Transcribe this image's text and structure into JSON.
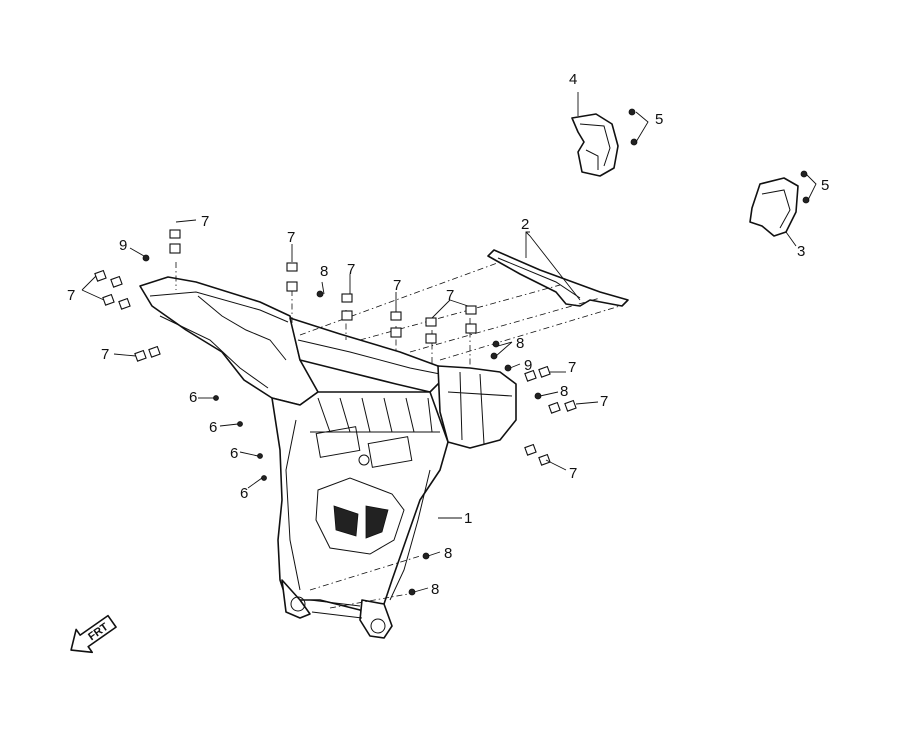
{
  "callouts": {
    "c1": "1",
    "c2": "2",
    "c3": "3",
    "c4": "4",
    "c5a": "5",
    "c5b": "5",
    "c6a": "6",
    "c6b": "6",
    "c6c": "6",
    "c6d": "6",
    "c7a": "7",
    "c7b": "7",
    "c7c": "7",
    "c7d": "7",
    "c7e": "7",
    "c7f": "7",
    "c7g": "7",
    "c7h": "7",
    "c7i": "7",
    "c7j": "7",
    "c8a": "8",
    "c8b": "8",
    "c8c": "8",
    "c8d": "8",
    "c8e": "8",
    "c9a": "9",
    "c9b": "9"
  },
  "direction_arrow": {
    "text": "FRT"
  }
}
